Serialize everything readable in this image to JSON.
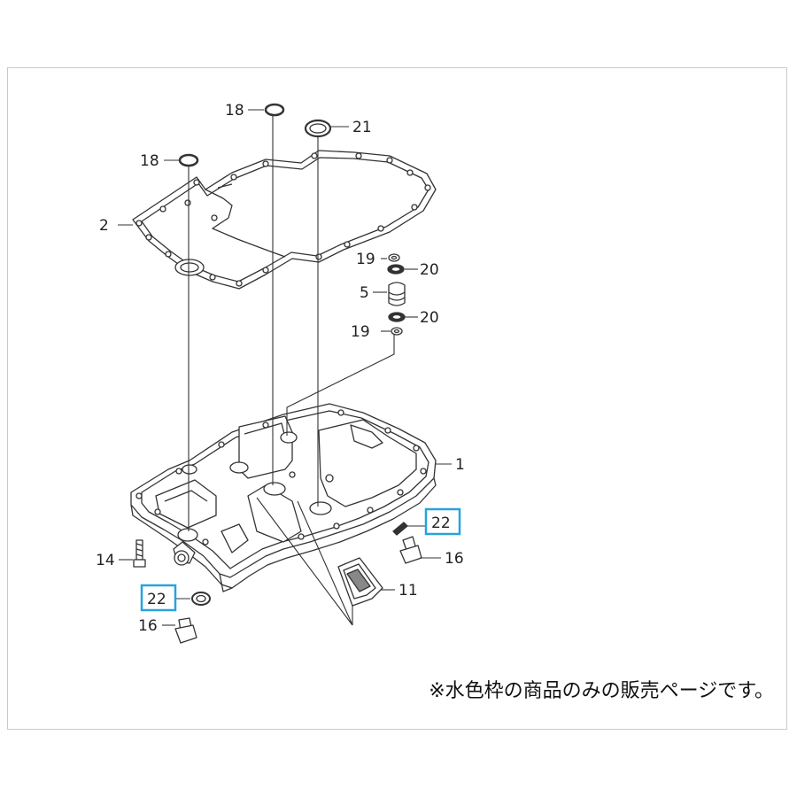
{
  "labels": {
    "p1": "1",
    "p2": "2",
    "p5": "5",
    "p11": "11",
    "p14": "14",
    "p16a": "16",
    "p16b": "16",
    "p18a": "18",
    "p18b": "18",
    "p19a": "19",
    "p19b": "19",
    "p20a": "20",
    "p20b": "20",
    "p21": "21",
    "p22a": "22",
    "p22b": "22"
  },
  "highlight_color": "#29a3dc",
  "note": "※水色枠の商品のみの販売ページです。"
}
